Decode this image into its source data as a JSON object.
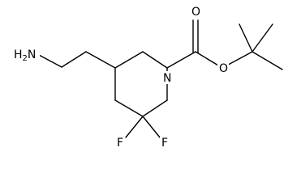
{
  "molecule": {
    "atoms": {
      "amine_h2": "H2",
      "amine_n": "N",
      "ring_n": "N",
      "carbonyl_o": "O",
      "ester_o": "O",
      "fluorine_1": "F",
      "fluorine_2": "F"
    }
  }
}
